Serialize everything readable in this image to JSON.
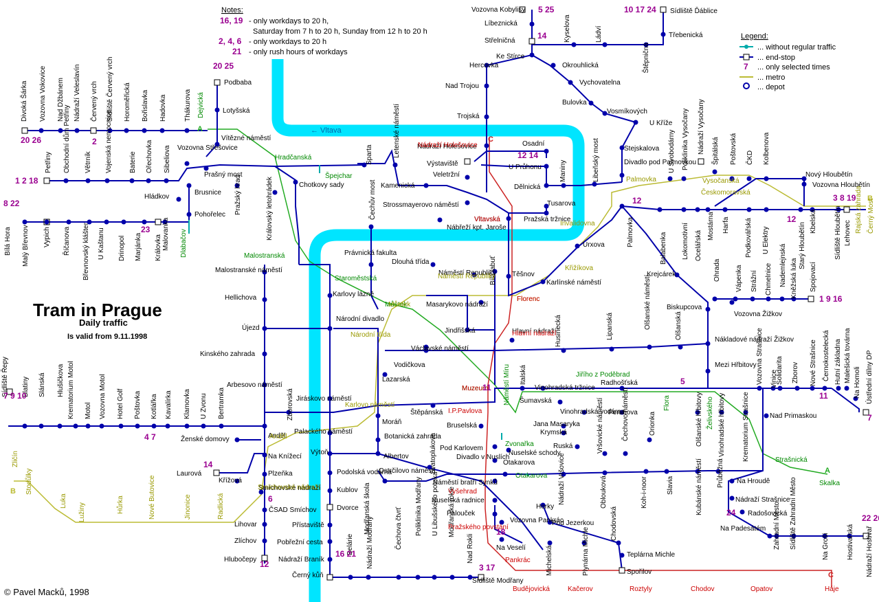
{
  "title": "Tram in Prague",
  "subtitle": "Daily traffic",
  "validity": "Is valid from 9.11.1998",
  "copyright": "© Pavel Macků, 1998",
  "notes": {
    "heading": "Notes:",
    "items": [
      {
        "lines": "16, 19",
        "text": "- only workdays to 20 h,"
      },
      {
        "lines": "",
        "text": "Saturday from 7 h to 20 h, Sunday from 12 h to 20 h"
      },
      {
        "lines": "2, 4, 6",
        "text": "- only workdays to 20 h"
      },
      {
        "lines": "21",
        "text": "- only rush hours of workdays"
      }
    ]
  },
  "legend": {
    "heading": "Legend:",
    "items": [
      {
        "symbol": "without-regular-traffic",
        "text": "... without regular traffic"
      },
      {
        "symbol": "end-stop",
        "text": "... end-stop"
      },
      {
        "symbol": "selected-times",
        "label": "7",
        "text": "... only selected times"
      },
      {
        "symbol": "metro",
        "text": "... metro"
      },
      {
        "symbol": "depot",
        "text": "... depot"
      }
    ]
  },
  "colors": {
    "tram": "#0000aa",
    "river": "#00e5ff",
    "metro_a": "#22aa22",
    "metro_b": "#bbbb33",
    "metro_c": "#cc2222",
    "line_numbers": "#9a0090",
    "no_traffic": "#00aaaa"
  },
  "river": {
    "name": "← Vltava"
  },
  "metro": {
    "line_a": "A",
    "line_b": "B",
    "line_c": "C",
    "stations_a": [
      "Dejvická",
      "Hradčanská",
      "Malostranská",
      "Staroměstská",
      "Můstek",
      "Muzeum",
      "Náměstí Míru",
      "Jiřího z Poděbrad",
      "Flora",
      "Želivského",
      "Strašnická",
      "Skalka"
    ],
    "stations_b": [
      "Zličín",
      "Stodůlky",
      "Luka",
      "Lužiny",
      "Hůrka",
      "Nové Butovice",
      "Jinonice",
      "Radlická",
      "Smíchovské nádraží",
      "Anděl",
      "Karlovo náměstí",
      "Národní třída",
      "Můstek",
      "Náměstí Republiky",
      "Florenc",
      "Křižíkova",
      "Invalidovna",
      "Palmovka",
      "Českomoravská",
      "Vysočanská",
      "Rajská zahrada",
      "Černý Most"
    ],
    "stations_c": [
      "Nádraží Holešovice",
      "Vltavská",
      "Florenc",
      "Hlavní nádraží",
      "Muzeum",
      "I.P.Pavlova",
      "Vyšehrad",
      "Pražského povstání",
      "Pankrác",
      "Budějovická",
      "Kačerov",
      "Roztyly",
      "Chodov",
      "Opatov",
      "Háje"
    ],
    "extra_no_traffic": [
      "Špejchar",
      "Dlabačov",
      "Zvonařka",
      "Otakarova"
    ]
  },
  "stops": {
    "north": [
      "Vozovna Kobylisy",
      "Líbeznická",
      "Střelničná",
      "Ke Stírce",
      "Hercovka",
      "Okrouhlická",
      "Nad Trojou",
      "Vychovatelna",
      "Bulovka",
      "Trojská",
      "Vosmíkových",
      "U Kříže",
      "Kyselova",
      "Ládví",
      "Štěpničná",
      "Sídliště Ďáblice",
      "Třebenická"
    ],
    "holesovice": [
      "Nádraží Holešovice",
      "Osadní",
      "U Průhonu",
      "Výstaviště",
      "Veletržní",
      "Dělnická",
      "Maniny",
      "Libeňský most",
      "Kamenická",
      "Strossmayerovo náměstí",
      "Tusarova",
      "Pražská tržnice",
      "Nábřeží kpt. Jaroše",
      "Sparta",
      "Letenské náměstí",
      "Čechův most",
      "Stejskalova",
      "Divadlo pod Palmovkou"
    ],
    "west": [
      "Divoká Šárka",
      "Vozovna Vokovice",
      "Nad Džbánem",
      "Nádraží Veleslavín",
      "Červený vrch",
      "Sídliště Červený vrch",
      "Horoměřická",
      "Bořislavka",
      "Hadovka",
      "Thákurova",
      "Petřiny",
      "Obchodní dům Petřiny",
      "Větrník",
      "Vojenská nemocnice",
      "Baterie",
      "Ořechovka",
      "Sibeliova",
      "Vozovna Střešovice",
      "Podbaba",
      "Lotyšská",
      "Vítězné náměstí",
      "Hládkov",
      "Pohořelec",
      "Brusnice",
      "Pražský hrad",
      "Chotkovy sady",
      "Prašný most",
      "Královský letohrádek"
    ],
    "motol_line": [
      "Bílá Hora",
      "Malý Břevnov",
      "Vypich",
      "Říčanova",
      "Břevnovský klášter",
      "U Kaštanu",
      "Drinopol",
      "Marjánka",
      "Královka",
      "Malovanka"
    ],
    "center": [
      "Malostranské náměstí",
      "Hellichova",
      "Újezd",
      "Kinského zahrada",
      "Arbesovo náměstí",
      "Zborovská",
      "Jiráskovo náměstí",
      "Palackého náměstí",
      "Národní divadlo",
      "Karlovy lázně",
      "Právnická fakulta",
      "Dlouhá třída",
      "Jindřišská",
      "Vodičkova",
      "Lazarská",
      "Václavské náměstí",
      "Štěpánská",
      "Moráň",
      "Botanická zahrada",
      "Albertov",
      "Výtoň",
      "Bruselská",
      "Pod Karlovem",
      "Divadlo v Nuslích",
      "Náměstí bratří Synků",
      "Nuselská radnice",
      "Palouček",
      "Otakarova",
      "Nuselské schody",
      "Svatoplukova",
      "Ostrčilovo náměstí",
      "Bílá labuť",
      "Těšnov",
      "Karlínské náměstí",
      "Urxova",
      "Vltavská",
      "Hlavní nádraží",
      "Masarykovo nádraží",
      "Náměstí Republiky"
    ],
    "smichov": [
      "Sídliště Řepy",
      "Blatiny",
      "Slánská",
      "Hlušičkova",
      "Krematorium Motol",
      "Motol",
      "Vozovna Motol",
      "Hotel Golf",
      "Poštovka",
      "Kotlářka",
      "Kavalírka",
      "Klamovka",
      "U Zvonu",
      "Bertramka",
      "Anděl",
      "Ženské domovy",
      "Na Knížecí",
      "Plzeňka",
      "Laurová",
      "Křížová",
      "Smíchovské nádraží",
      "ČSAD Smíchov",
      "Lihovar",
      "Zlíchov",
      "Hlubočepy"
    ],
    "south": [
      "Podolská vodárna",
      "Kublov",
      "Dvorce",
      "Přístaviště",
      "Pobřežní cesta",
      "Nádraží Braník",
      "Černý kůň",
      "Belárie",
      "Nádraží Modřany",
      "Modřanská škola",
      "Čechova čtvrť",
      "Poliklinika Modřany",
      "U Libušského potoka",
      "Modřanská rokle",
      "Nad Rokli",
      "Sídliště Modřany",
      "Vozovna Pankrác",
      "Horky",
      "Pod Jezerkou",
      "Michelská",
      "Plynárna Michle",
      "Chodovská",
      "Teplárna Michle",
      "Spořilov",
      "Na Veselí",
      "Nádraží Vršovice",
      "Oblouková",
      "Koh-i-noor"
    ],
    "east": [
      "Husinecká",
      "Lipanská",
      "Olšanské náměstí",
      "Olšanská",
      "Biskupcova",
      "Krejcárek",
      "Nákladové nádraží Žižkov",
      "Mezi Hřbitovy",
      "Vozovna Žižkov",
      "Ohrada",
      "Vápenka",
      "Strážní",
      "Chmelnice",
      "Nademlejnská",
      "Kněžská luka",
      "Starý Hloubětín",
      "Spojovací",
      "U Elektry",
      "Podkovářská",
      "Harfa",
      "Poštovská",
      "ČKD",
      "Kolbenova",
      "Nový Hloubětín",
      "Vozovna Hloubětín",
      "Kbelská",
      "Sídliště Hloubětín",
      "Lehovec",
      "Balabenka",
      "U Svobodárny",
      "Poliklinika Vysočany",
      "Nádraží Vysočany",
      "Špitálská",
      "Mostárna",
      "Ocelářská",
      "Lokomotivní",
      "Palmovka",
      "Vinohradská tržnice",
      "Italská",
      "Radhošťská",
      "Šumavská",
      "Vinohradská vodárna",
      "Perunova",
      "Jana Masaryka",
      "Krymská",
      "Ruská",
      "Vršovické náměstí",
      "Čechovo náměstí",
      "Orionka",
      "Slavia",
      "Kubánské náměstí",
      "Průběžná",
      "Olšanské hřbitovy",
      "Vinohradské hřbitovy",
      "Krematorium Strašnice",
      "Vozovna Strašnice",
      "Vinice",
      "Solidarita",
      "Zborov",
      "Nové Strašnice",
      "Černokostelecká",
      "Hutní základna",
      "Malešická továrna",
      "Na Homoli",
      "Ústřední dílny DP",
      "Nad Primaskou",
      "Na Hroudě",
      "Nádraží Strašnice",
      "Radošovická",
      "Na Padesátém",
      "Zahradní Město",
      "Sídliště Zahradní Město",
      "Na Groši",
      "Hostivařská",
      "Nádraží Hostivař"
    ]
  },
  "line_labels": [
    "20 26",
    "2",
    "1 2 18",
    "20 25",
    "8 22",
    "23",
    "12",
    "7 9 10",
    "4 7",
    "14",
    "6",
    "12",
    "16 21",
    "3 17",
    "18",
    "11",
    "5 25",
    "14",
    "10 17 24",
    "12 14",
    "3 8 19",
    "1 9 16",
    "24",
    "22 26",
    "11",
    "7",
    "5",
    "12"
  ]
}
